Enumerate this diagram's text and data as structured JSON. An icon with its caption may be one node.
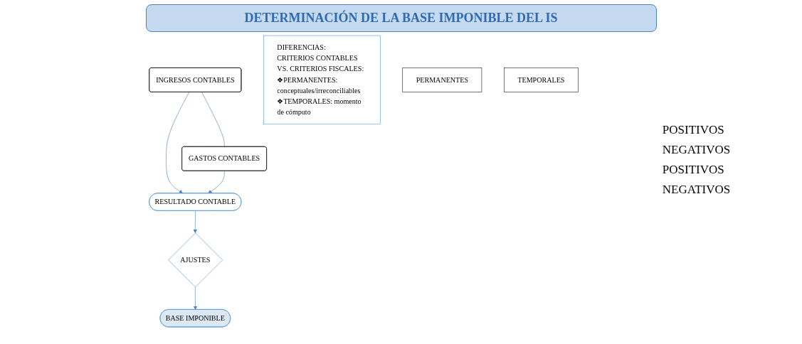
{
  "diagram": {
    "title": "DETERMINACIÓN DE LA BASE IMPONIBLE DEL IS",
    "nodes": [
      {
        "text": [
          "INGRESOS CONTABLES"
        ]
      },
      {
        "text": [
          "GASTOS CONTABLES"
        ]
      },
      {
        "text": [
          "RESULTADO CONTABLE"
        ]
      },
      {
        "text": [
          "DIFERENCIAS:",
          "CRITERIOS CONTABLES VS. CRITERIOS FISCALES:",
          "❖PERMANENTES: conceptuales/irreconciliables",
          "❖TEMPORALES: momento de cómputo"
        ]
      },
      {
        "text": [
          "AJUSTES"
        ]
      },
      {
        "text": [
          "PERMANENTES"
        ]
      },
      {
        "text": [
          "TEMPORALES"
        ]
      },
      {
        "text": [
          "BASE IMPONIBLE"
        ]
      }
    ],
    "edges": [
      {
        "from": 0,
        "to": 1,
        "arrow": "none"
      },
      {
        "from": 0,
        "to": 2,
        "arrow": "to"
      },
      {
        "from": 1,
        "to": 2,
        "arrow": "to"
      },
      {
        "from": 2,
        "to": 4,
        "arrow": "to"
      },
      {
        "from": 4,
        "to": 7,
        "arrow": "to"
      }
    ],
    "labels": [
      "POSITIVOS",
      "NEGATIVOS",
      "POSITIVOS",
      "NEGATIVOS"
    ]
  }
}
